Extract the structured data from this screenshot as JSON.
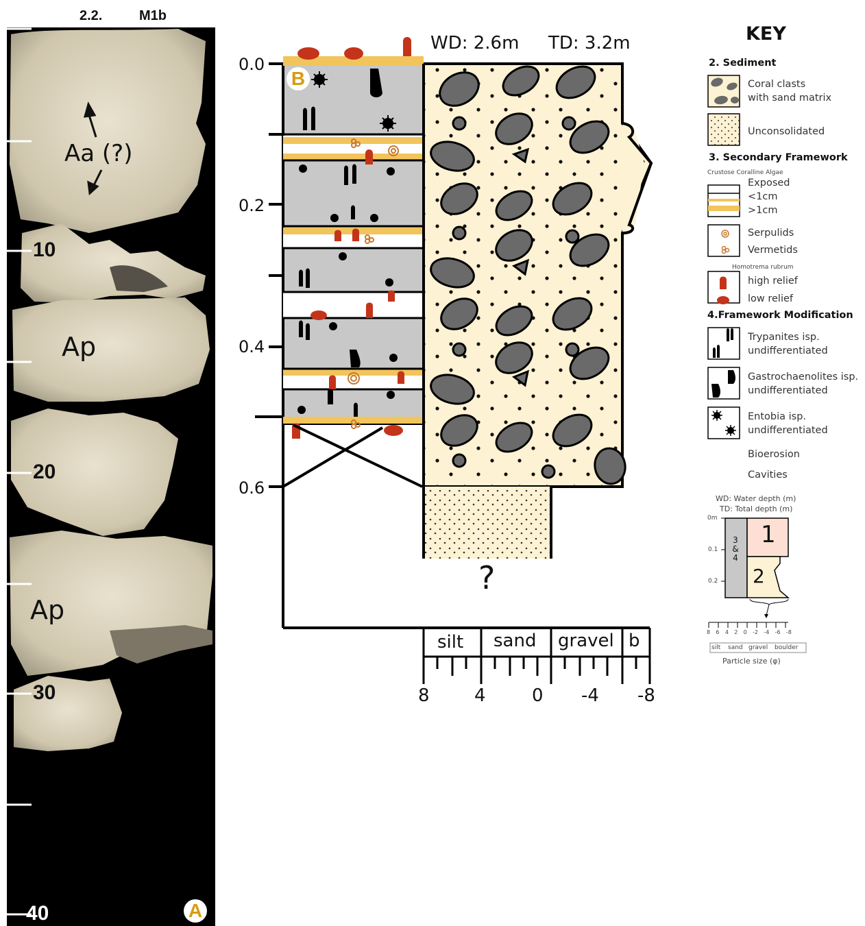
{
  "header": {
    "section": "2.2.",
    "core_id": "M1b"
  },
  "core_photo": {
    "scale_labels": [
      "10",
      "20",
      "30",
      "40"
    ],
    "annotations": [
      "Aa (?)",
      "Ap",
      "Ap"
    ],
    "panel_label": "A"
  },
  "log": {
    "panel_label": "B",
    "water_depth": "WD: 2.6m",
    "total_depth": "TD: 3.2m",
    "depth_ticks": [
      "0.0",
      "0.2",
      "0.4",
      "0.6"
    ],
    "unknown_mark": "?",
    "grain_classes": [
      "silt",
      "sand",
      "gravel",
      "b"
    ],
    "phi_ticks": [
      "8",
      "4",
      "0",
      "-4",
      "-8"
    ]
  },
  "key": {
    "title": "KEY",
    "sediment": {
      "heading": "2. Sediment",
      "coral_clasts": "Coral clasts",
      "coral_clasts_2": "with sand matrix",
      "unconsolidated": "Unconsolidated"
    },
    "secondary": {
      "heading": "3. Secondary Framework",
      "cca_caption": "Crustose Coralline Algae",
      "exposed": "Exposed",
      "lt1": "<1cm",
      "gt1": ">1cm",
      "serpulids": "Serpulids",
      "vermetids": "Vermetids",
      "homotrema_caption": "Homotrema rubrum",
      "high_relief": "high relief",
      "low_relief": "low relief"
    },
    "modification": {
      "heading": "4.Framework Modification",
      "trypanites": "Trypanites isp.",
      "trypanites_2": "undifferentiated",
      "gastro": "Gastrochaenolites isp.",
      "gastro_2": "undifferentiated",
      "entobia": "Entobia isp.",
      "entobia_2": "undifferentiated",
      "bioerosion": "Bioerosion",
      "cavities": "Cavities"
    },
    "legend": {
      "wd": "WD: Water depth (m)",
      "td": "TD: Total depth (m)",
      "d0": "0m",
      "d1": "0.1",
      "d2": "0.2",
      "c34": "3 & 4",
      "c1": "1",
      "c2": "2",
      "phi": [
        "8",
        "6",
        "4",
        "2",
        "0",
        "-2",
        "-4",
        "-6",
        "-8"
      ],
      "classes": [
        "silt",
        "sand",
        "gravel",
        "boulder"
      ],
      "caption": "Particle size (φ)"
    }
  },
  "colors": {
    "gray": "#c8c8c8",
    "sand": "#fdf2d3",
    "algae": "#f2c45c",
    "homotrema": "#c4341a",
    "clast": "#6a6a6a",
    "badge": "#d79b12"
  }
}
